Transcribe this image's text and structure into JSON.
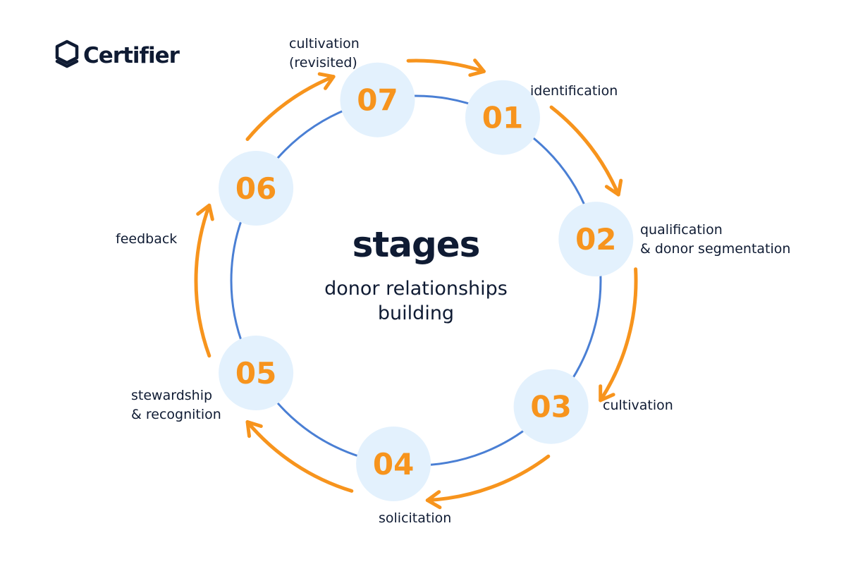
{
  "brand": {
    "name": "Certifier",
    "icon": "certifier-shield-icon"
  },
  "center": {
    "title": "stages",
    "subtitle_lines": [
      "donor relationships",
      "building"
    ]
  },
  "colors": {
    "node_fill": "#e3f1fd",
    "number": "#f7941d",
    "arrow": "#f7941d",
    "ring": "#4a7fd4",
    "text": "#0f1b33"
  },
  "stages": [
    {
      "number": "01",
      "label_lines": [
        "identification"
      ]
    },
    {
      "number": "02",
      "label_lines": [
        "qualification",
        "& donor segmentation"
      ]
    },
    {
      "number": "03",
      "label_lines": [
        "cultivation"
      ]
    },
    {
      "number": "04",
      "label_lines": [
        "solicitation"
      ]
    },
    {
      "number": "05",
      "label_lines": [
        "stewardship",
        "& recognition"
      ]
    },
    {
      "number": "06",
      "label_lines": [
        "feedback"
      ]
    },
    {
      "number": "07",
      "label_lines": [
        "cultivation",
        "(revisited)"
      ]
    }
  ]
}
